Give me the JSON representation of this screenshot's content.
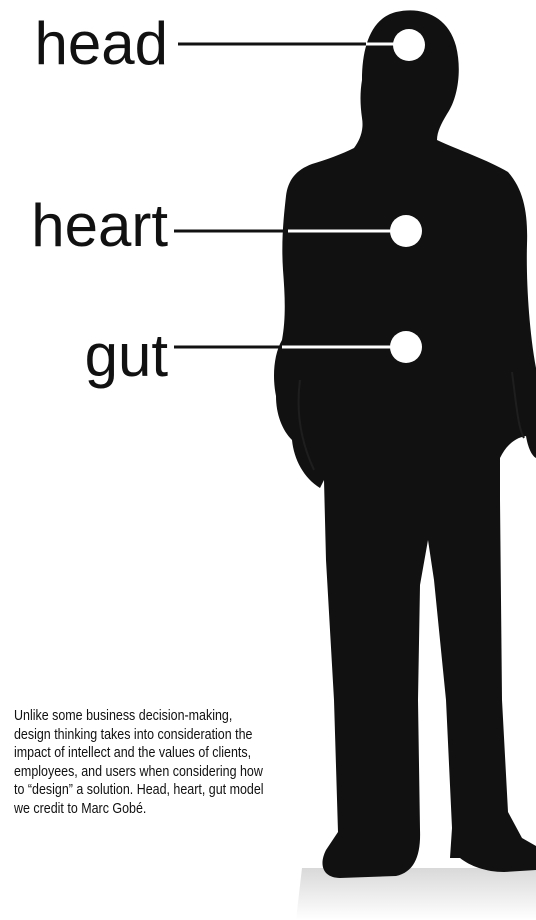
{
  "labels": {
    "head": "head",
    "heart": "heart",
    "gut": "gut"
  },
  "caption": "Unlike some business decision-making, design thinking takes into consideration the impact of intellect and the values of clients, employees, and users when considering how to “design” a solution. Head, heart, gut model we credit to Marc Gobé.",
  "colors": {
    "silhouette": "#111111",
    "marker": "#ffffff",
    "text": "#111111",
    "background": "#ffffff"
  }
}
